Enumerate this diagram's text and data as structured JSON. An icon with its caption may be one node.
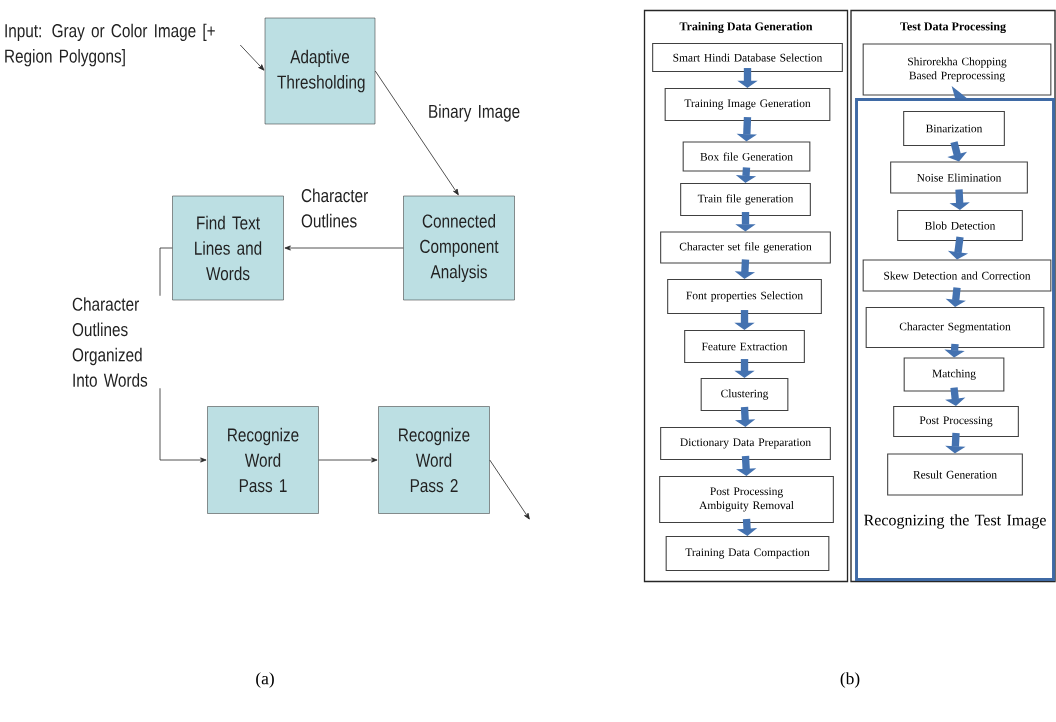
{
  "diagram": {
    "nodes": [
      {
        "text": [
          "Input: Gray or Color Image [+ Region Polygons]"
        ]
      },
      {
        "text": [
          "Adaptive Thresholding"
        ]
      },
      {
        "text": [
          "Connected Component Analysis"
        ]
      },
      {
        "text": [
          "Find Text Lines and Words"
        ]
      },
      {
        "text": [
          "Recognize Word Pass 1"
        ]
      },
      {
        "text": [
          "Recognize Word Pass 2"
        ]
      },
      {
        "text": [
          "Training Data Generation"
        ]
      },
      {
        "text": [
          "Smart Hindi Database Selection"
        ],
        "in": 6
      },
      {
        "text": [
          "Training Image Generation"
        ],
        "in": 6
      },
      {
        "text": [
          "Box file Generation"
        ],
        "in": 6
      },
      {
        "text": [
          "Train file generation"
        ],
        "in": 6
      },
      {
        "text": [
          "Character set file generation"
        ],
        "in": 6
      },
      {
        "text": [
          "Font properties Selection"
        ],
        "in": 6
      },
      {
        "text": [
          "Feature Extraction"
        ],
        "in": 6
      },
      {
        "text": [
          "Clustering"
        ],
        "in": 6
      },
      {
        "text": [
          "Dictionary Data Preparation"
        ],
        "in": 6
      },
      {
        "text": [
          "Post Processing Ambiguity Removal"
        ],
        "in": 6
      },
      {
        "text": [
          "Training Data Compaction"
        ],
        "in": 6
      },
      {
        "text": [
          "Test Data Processing"
        ]
      },
      {
        "text": [
          "Shirorekha Chopping Based Preprocessing"
        ],
        "in": 18
      },
      {
        "text": [
          "Recognizing the Test Image"
        ],
        "in": 18
      },
      {
        "text": [
          "Binarization"
        ],
        "in": 20
      },
      {
        "text": [
          "Noise Elimination"
        ],
        "in": 20
      },
      {
        "text": [
          "Blob Detection"
        ],
        "in": 20
      },
      {
        "text": [
          "Skew Detection and Correction"
        ],
        "in": 20
      },
      {
        "text": [
          "Character Segmentation"
        ],
        "in": 20
      },
      {
        "text": [
          "Matching"
        ],
        "in": 20
      },
      {
        "text": [
          "Post Processing"
        ],
        "in": 20
      },
      {
        "text": [
          "Result Generation"
        ],
        "in": 20
      }
    ],
    "edges": [
      {
        "from": 0,
        "to": 1,
        "arrow": "to",
        "color": "#262626"
      },
      {
        "from": 1,
        "to": 2,
        "arrow": "to",
        "label": "Binary Image",
        "color": "#262626"
      },
      {
        "from": 2,
        "to": 3,
        "arrow": "to",
        "label": "Character Outlines",
        "color": "#262626"
      },
      {
        "from": 3,
        "to": 4,
        "arrow": "to",
        "label": "Character Outlines Organized Into Words",
        "color": "#262626"
      },
      {
        "from": 4,
        "to": 5,
        "arrow": "to",
        "color": "#262626"
      },
      {
        "from": 5,
        "to": null,
        "arrow": "to",
        "color": "#262626"
      },
      {
        "from": 7,
        "to": 8,
        "arrow": "to"
      },
      {
        "from": 8,
        "to": 9,
        "arrow": "to"
      },
      {
        "from": 9,
        "to": 10,
        "arrow": "to"
      },
      {
        "from": 10,
        "to": 11,
        "arrow": "to"
      },
      {
        "from": 11,
        "to": 12,
        "arrow": "to"
      },
      {
        "from": 12,
        "to": 13,
        "arrow": "to"
      },
      {
        "from": 13,
        "to": 14,
        "arrow": "to"
      },
      {
        "from": 14,
        "to": 15,
        "arrow": "to"
      },
      {
        "from": 15,
        "to": 16,
        "arrow": "to"
      },
      {
        "from": 16,
        "to": 17,
        "arrow": "to"
      },
      {
        "from": 19,
        "to": 20,
        "arrow": "to"
      },
      {
        "from": 21,
        "to": 22,
        "arrow": "to"
      },
      {
        "from": 22,
        "to": 23,
        "arrow": "to"
      },
      {
        "from": 23,
        "to": 24,
        "arrow": "to"
      },
      {
        "from": 24,
        "to": 25,
        "arrow": "to"
      },
      {
        "from": 25,
        "to": 26,
        "arrow": "to"
      },
      {
        "from": 26,
        "to": 27,
        "arrow": "to"
      },
      {
        "from": 27,
        "to": 28,
        "arrow": "to"
      }
    ],
    "labels": [
      "(a)",
      "(b)"
    ]
  }
}
